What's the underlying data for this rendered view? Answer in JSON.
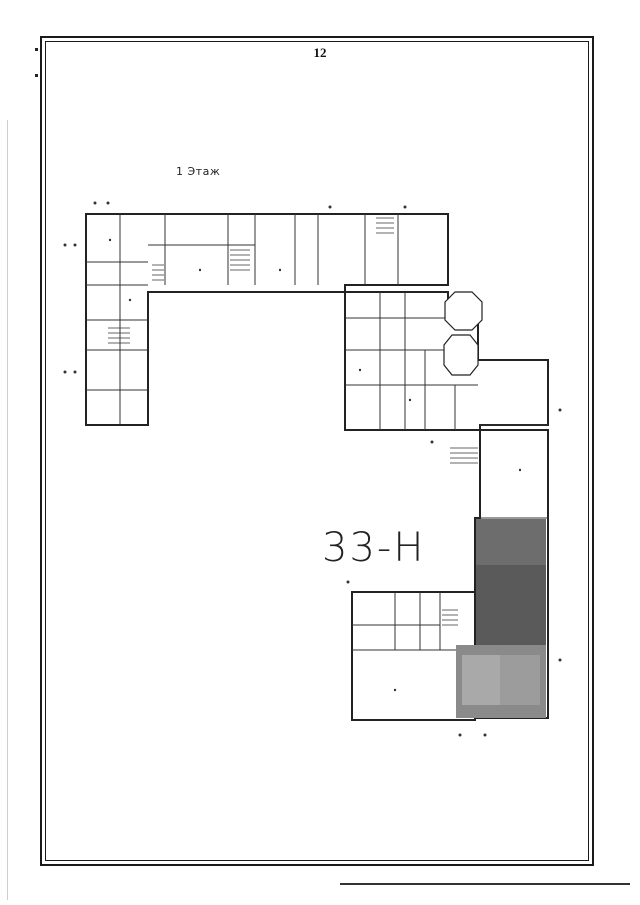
{
  "page": {
    "number": "12"
  },
  "plan": {
    "floor_label": "1 Этаж",
    "unit_label": "33-Н"
  }
}
